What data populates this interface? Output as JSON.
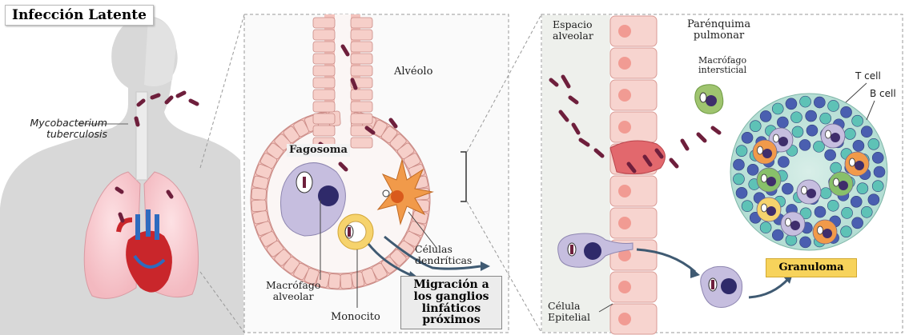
{
  "title": "Infección Latente",
  "labels": {
    "bacterium_line1": "Mycobacterium",
    "bacterium_line2": "tuberculosis",
    "alveolo": "Alvéolo",
    "fagosoma": "Fagosoma",
    "macrofago_alveolar_line1": "Macrófago",
    "macrofago_alveolar_line2": "alveolar",
    "monocito": "Monocito",
    "celulas_dendriticas_line1": "Células",
    "celulas_dendriticas_line2": "dendríticas",
    "migracion_line1": "Migración a",
    "migracion_line2": "los ganglios",
    "migracion_line3": "linfáticos",
    "migracion_line4": "próximos",
    "espacio_alveolar_line1": "Espacio",
    "espacio_alveolar_line2": "alveolar",
    "parenquima_line1": "Parénquima",
    "parenquima_line2": "pulmonar",
    "macrofago_intersticial_line1": "Macrófago",
    "macrofago_intersticial_line2": "intersticial",
    "t_cell": "T cell",
    "b_cell": "B cell",
    "celula_epitelial_line1": "Célula",
    "celula_epitelial_line2": "Epitelial",
    "granuloma": "Granuloma"
  },
  "colors": {
    "bacteria": "#6e1f3c",
    "epithelium": "#f4c3bd",
    "macrophage": "#c6bedf",
    "dendritic": "#f19a4a",
    "granuloma_bg": "#c2e6de",
    "granuloma_label": "#f7d35b"
  }
}
